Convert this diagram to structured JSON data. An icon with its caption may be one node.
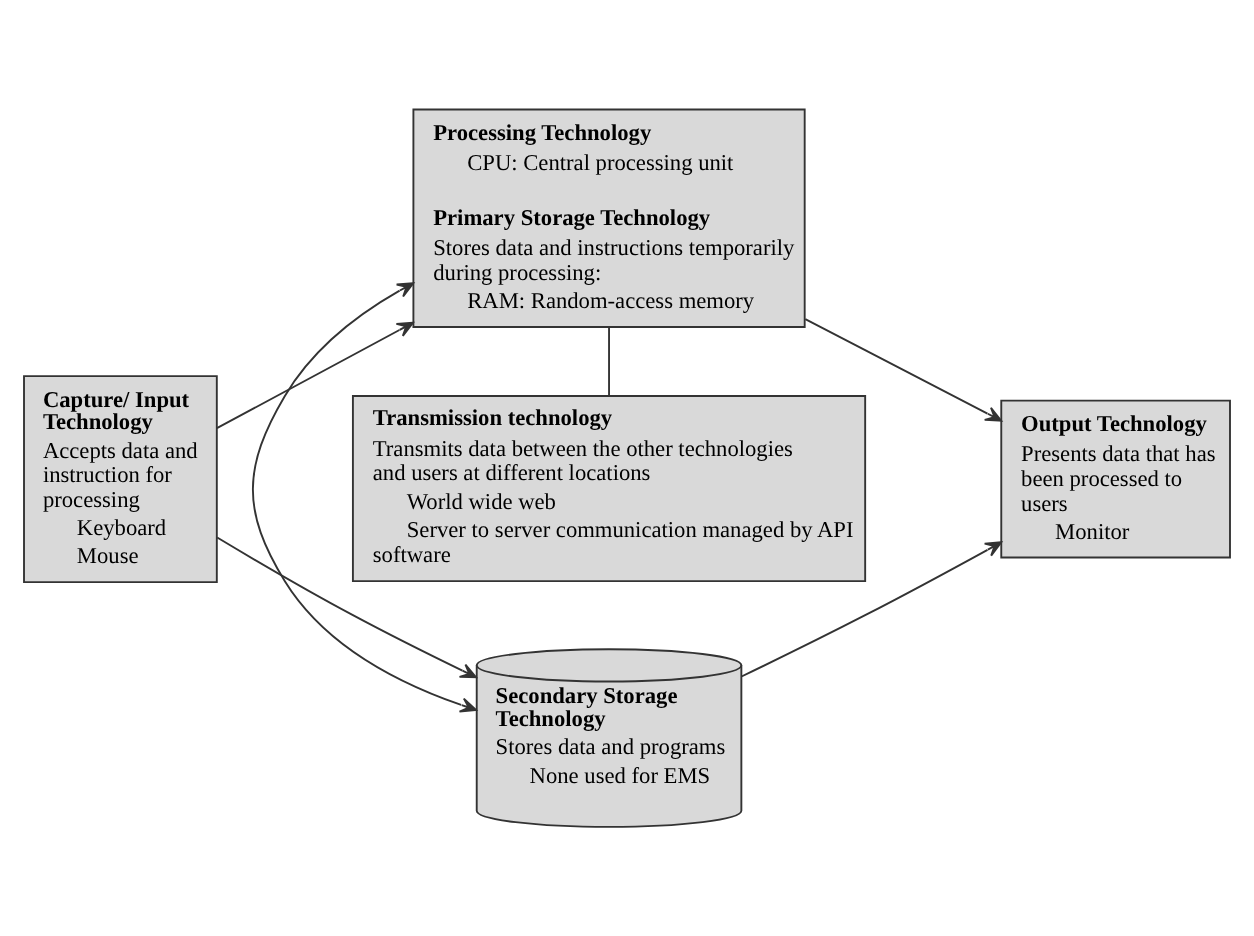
{
  "diagram": {
    "nodes": [
      {
        "text": [
          "Secondary Storage Technology",
          "Stores data and programs",
          "None used for EMS"
        ]
      },
      {
        "text": [
          "Capture/ Input Technology",
          "Accepts data and instruction for processing",
          "Keyboard",
          "Mouse"
        ]
      },
      {
        "text": [
          "Processing Technology",
          "CPU: Central processing unit",
          "Primary Storage Technology",
          "Stores data and instructions temporarily during processing:",
          "RAM: Random-access memory"
        ]
      },
      {
        "text": [
          "Output Technology",
          "Presents data that has been processed to users",
          "Monitor"
        ]
      },
      {
        "text": [
          "Transmission technology",
          "Transmits data between the other technologies and users at different locations",
          "World wide web",
          "Server to server communication managed by API software"
        ]
      }
    ],
    "edges": [
      {
        "from": 1,
        "to": 0,
        "arrow": "to"
      },
      {
        "from": 1,
        "to": 2,
        "arrow": "to"
      },
      {
        "from": 2,
        "to": 0,
        "arrow": "both"
      },
      {
        "from": 0,
        "to": 3,
        "arrow": "to"
      },
      {
        "from": 2,
        "to": 3,
        "arrow": "to"
      },
      {
        "from": 2,
        "to": 4,
        "arrow": "none"
      }
    ]
  }
}
